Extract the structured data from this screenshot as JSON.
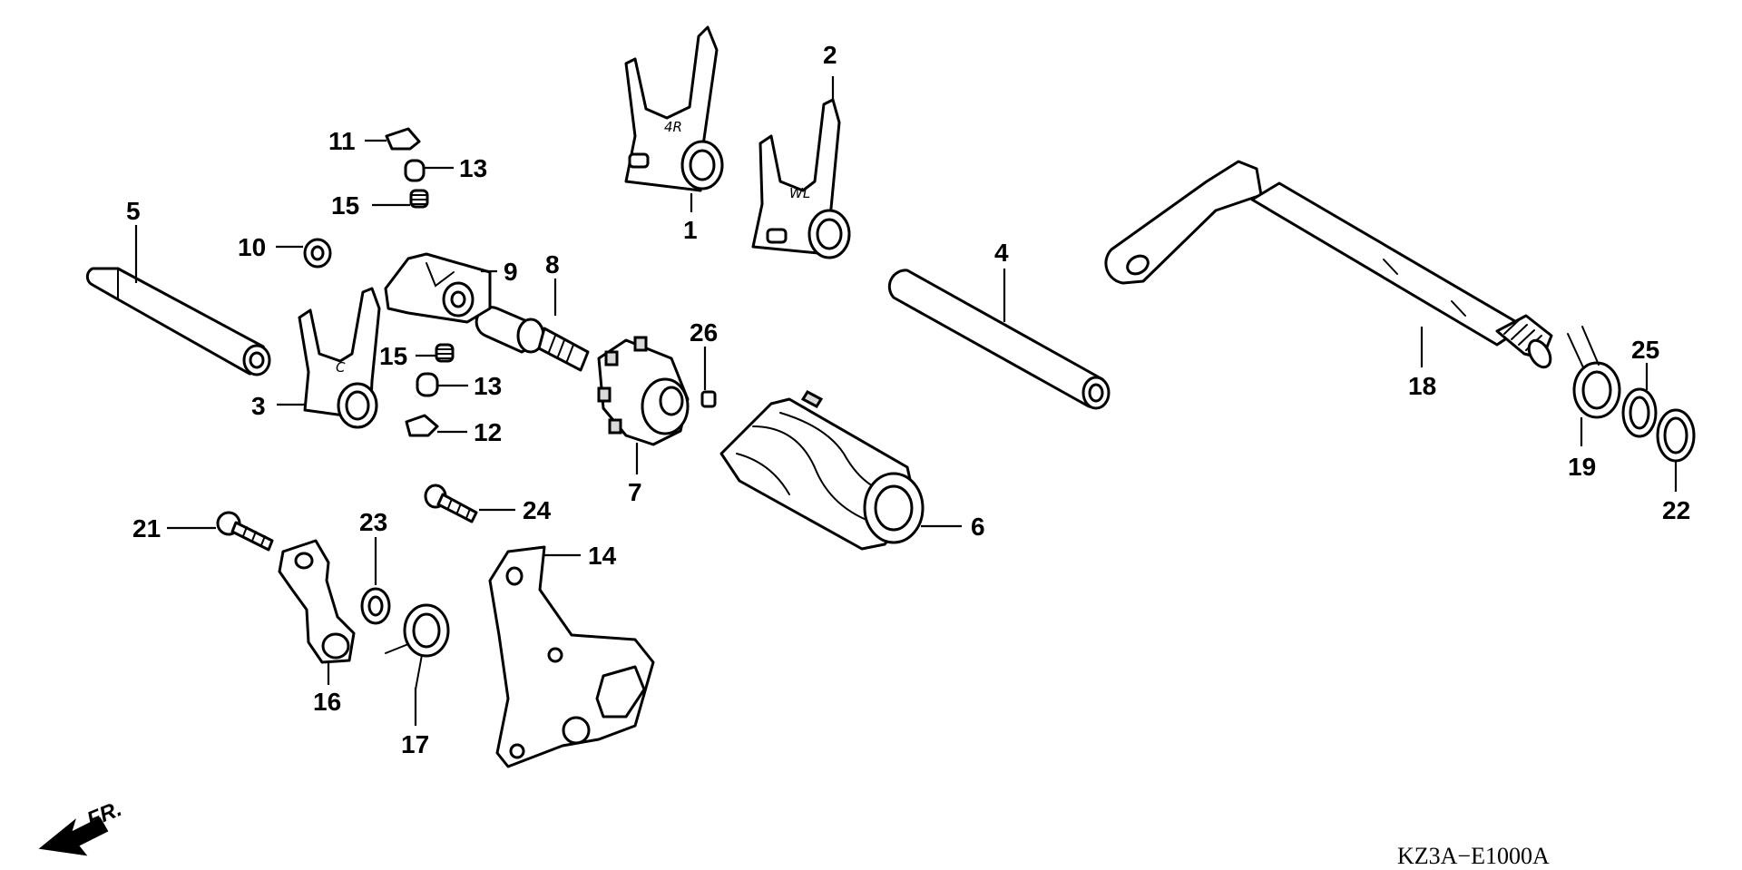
{
  "diagram": {
    "code": "KZ3A−E1000A",
    "direction_label": "FR.",
    "fork_marks": {
      "one": "4R",
      "two": "WL",
      "three": "C"
    },
    "callouts": {
      "p1": "1",
      "p2": "2",
      "p3": "3",
      "p4": "4",
      "p5": "5",
      "p6": "6",
      "p7": "7",
      "p8": "8",
      "p9": "9",
      "p10": "10",
      "p11": "11",
      "p12": "12",
      "p13a": "13",
      "p13b": "13",
      "p14": "14",
      "p15a": "15",
      "p15b": "15",
      "p16": "16",
      "p17": "17",
      "p18": "18",
      "p19": "19",
      "p21": "21",
      "p22": "22",
      "p23": "23",
      "p24": "24",
      "p25": "25",
      "p26": "26"
    }
  }
}
